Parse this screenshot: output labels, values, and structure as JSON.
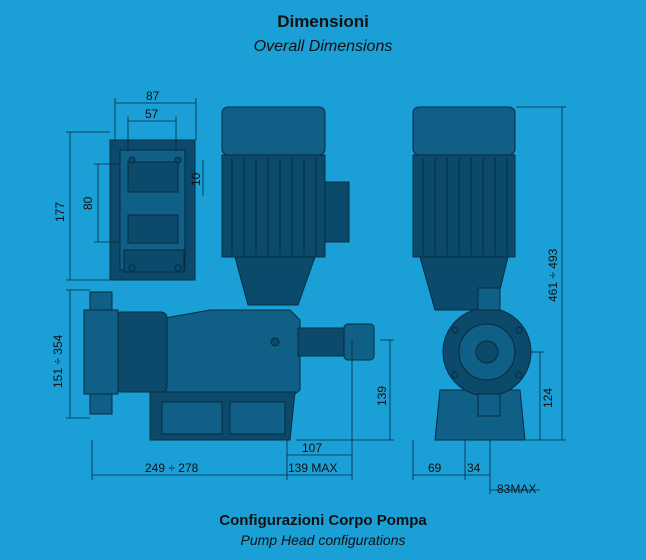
{
  "header": {
    "title": "Dimensioni",
    "subtitle": "Overall Dimensions"
  },
  "footer": {
    "title": "Configurazioni Corpo Pompa",
    "subtitle": "Pump Head configurations"
  },
  "dimensions": {
    "top_width_outer": "87",
    "top_width_inner": "57",
    "top_offset": "10",
    "height_total": "177",
    "height_mount": "80",
    "head_height": "151 ÷ 354",
    "base_length": "249 ÷ 278",
    "front_length": "107",
    "front_max": "139 MAX",
    "axis_height": "139",
    "side_height": "461 ÷ 493",
    "side_axis": "124",
    "side_left": "69",
    "side_mid": "34",
    "side_max": "83MAX"
  },
  "colors": {
    "background": "#1a9fd6",
    "pump_body": "#0f5f86",
    "outline": "#062c40"
  }
}
